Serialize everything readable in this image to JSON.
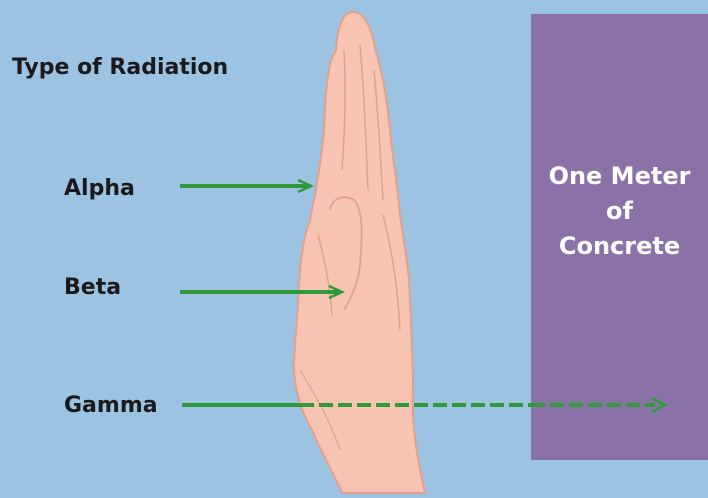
{
  "title": "Type of Radiation",
  "radiation_types": [
    {
      "label": "Alpha"
    },
    {
      "label": "Beta"
    },
    {
      "label": "Gamma"
    }
  ],
  "barrier": {
    "label": "One Meter\nof\nConcrete"
  },
  "colors": {
    "background": "#9dc3e3",
    "arrow": "#2e9a3a",
    "hand_fill": "#f7c4b3",
    "hand_outline": "#e3a08b",
    "concrete": "#8a72a8",
    "barrier_text": "#ffffff"
  }
}
